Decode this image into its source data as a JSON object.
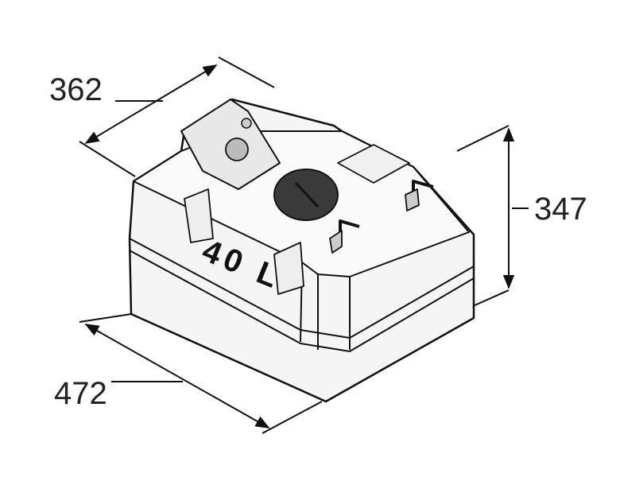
{
  "diagram": {
    "dimensions": {
      "depth": "362",
      "height": "347",
      "width": "472"
    },
    "capacity_label": "40 L",
    "colors": {
      "line": "#111111",
      "body": "#f4f4f4",
      "lid": "#3a3a3a"
    }
  }
}
